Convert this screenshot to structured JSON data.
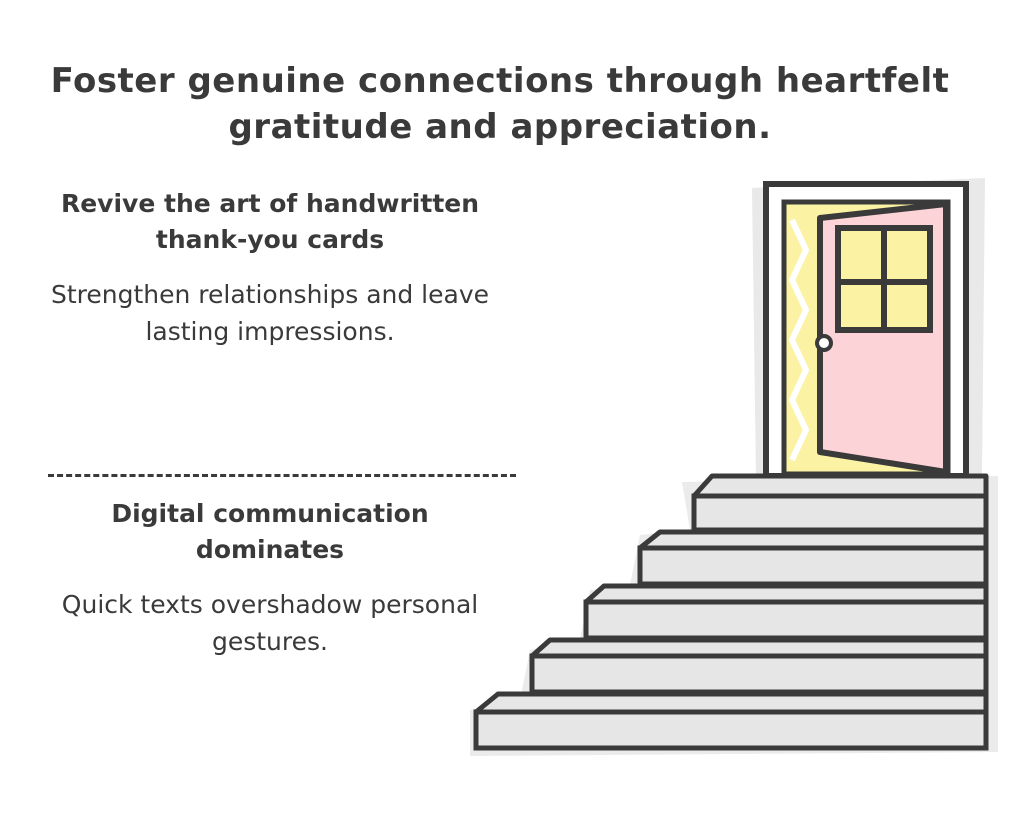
{
  "headline": "Foster genuine connections through heartfelt gratitude and appreciation.",
  "upper_section": {
    "title": "Revive the art of handwritten thank-you cards",
    "text": "Strengthen relationships and leave lasting impressions."
  },
  "lower_section": {
    "title": "Digital communication dominates",
    "text": "Quick texts overshadow personal gestures."
  },
  "colors": {
    "ink": "#3a3a3a",
    "door_fill": "#fcd3d6",
    "light_glow": "#fbf3a3",
    "step_fill": "#e6e6e6"
  },
  "icons": [
    "open-door-icon",
    "staircase-icon"
  ]
}
